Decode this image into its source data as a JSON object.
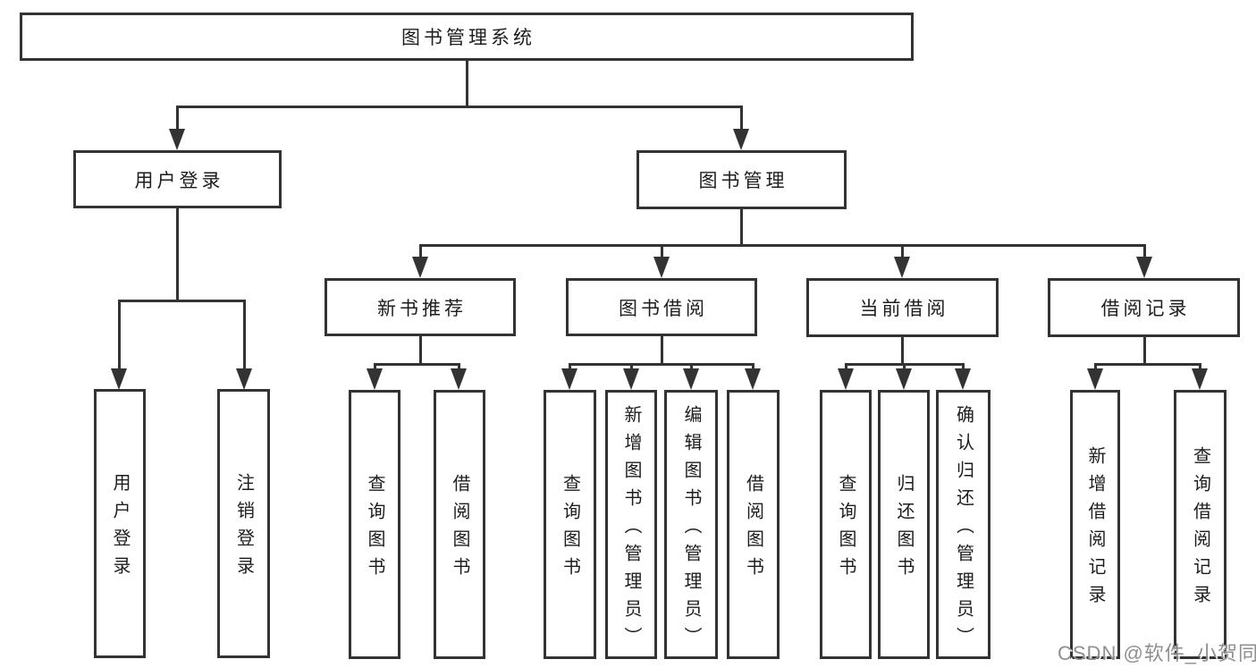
{
  "diagram": {
    "root": "图书管理系统",
    "user_login": {
      "label": "用户登录",
      "children": [
        "用户登录",
        "注销登录"
      ]
    },
    "book_mgmt": {
      "label": "图书管理",
      "groups": [
        {
          "label": "新书推荐",
          "children": [
            "查询图书",
            "借阅图书"
          ]
        },
        {
          "label": "图书借阅",
          "children": [
            "查询图书",
            "新增图书（管理员）",
            "编辑图书（管理员）",
            "借阅图书"
          ]
        },
        {
          "label": "当前借阅",
          "children": [
            "查询图书",
            "归还图书",
            "确认归还（管理员）"
          ]
        },
        {
          "label": "借阅记录",
          "children": [
            "新增借阅记录",
            "查询借阅记录"
          ]
        }
      ]
    }
  },
  "watermark": "CSDN @软件_小贺同学",
  "colors": {
    "line": "#333333",
    "text": "#1d1d1d",
    "watermark_text": "#8f8f8f",
    "background": "#ffffff"
  }
}
